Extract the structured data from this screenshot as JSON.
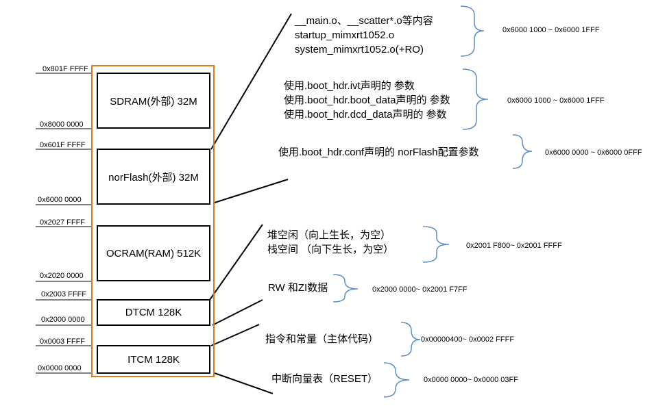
{
  "colors": {
    "outline": "#e07a1f",
    "brace": "#5b8fc7",
    "line": "#000000"
  },
  "blocks": [
    {
      "id": "sdram",
      "label": "SDRAM(外部) 32M"
    },
    {
      "id": "norflash",
      "label": "norFlash(外部) 32M"
    },
    {
      "id": "ocram",
      "label": "OCRAM(RAM) 512K"
    },
    {
      "id": "dtcm",
      "label": "DTCM 128K"
    },
    {
      "id": "itcm",
      "label": "ITCM 128K"
    }
  ],
  "addresses": [
    "0x801F FFFF",
    "0x8000 0000",
    "0x601F FFFF",
    "0x6000 0000",
    "0x2027 FFFF",
    "0x2020 0000",
    "0x2003 FFFF",
    "0x2000 0000",
    "0x0003 FFFF",
    "0x0000 0000"
  ],
  "notes": [
    {
      "lines": [
        "__main.o、__scatter*.o等内容",
        "startup_mimxrt1052.o",
        "system_mimxrt1052.o(+RO)"
      ],
      "range": "0x6000 1000 ~ 0x6000 1FFF"
    },
    {
      "lines": [
        "使用.boot_hdr.ivt声明的 参数",
        "使用.boot_hdr.boot_data声明的 参数",
        "使用.boot_hdr.dcd_data声明的 参数"
      ],
      "range": "0x6000 1000 ~ 0x6000 1FFF"
    },
    {
      "lines": [
        "使用.boot_hdr.conf声明的 norFlash配置参数"
      ],
      "range": "0x6000 0000 ~ 0x6000 0FFF"
    },
    {
      "lines": [
        "堆空闲（向上生长，为空）",
        "栈空间 （向下生长，为空）"
      ],
      "range": "0x2001 F800~ 0x2001 FFFF"
    },
    {
      "lines": [
        "RW 和ZI数据"
      ],
      "range": "0x2000 0000~ 0x2001 F7FF"
    },
    {
      "lines": [
        "指令和常量（主体代码）"
      ],
      "range": "0x00000400~ 0x0002 FFFF"
    },
    {
      "lines": [
        "中断向量表（RESET）"
      ],
      "range": "0x0000 0000~ 0x0000 03FF"
    }
  ]
}
